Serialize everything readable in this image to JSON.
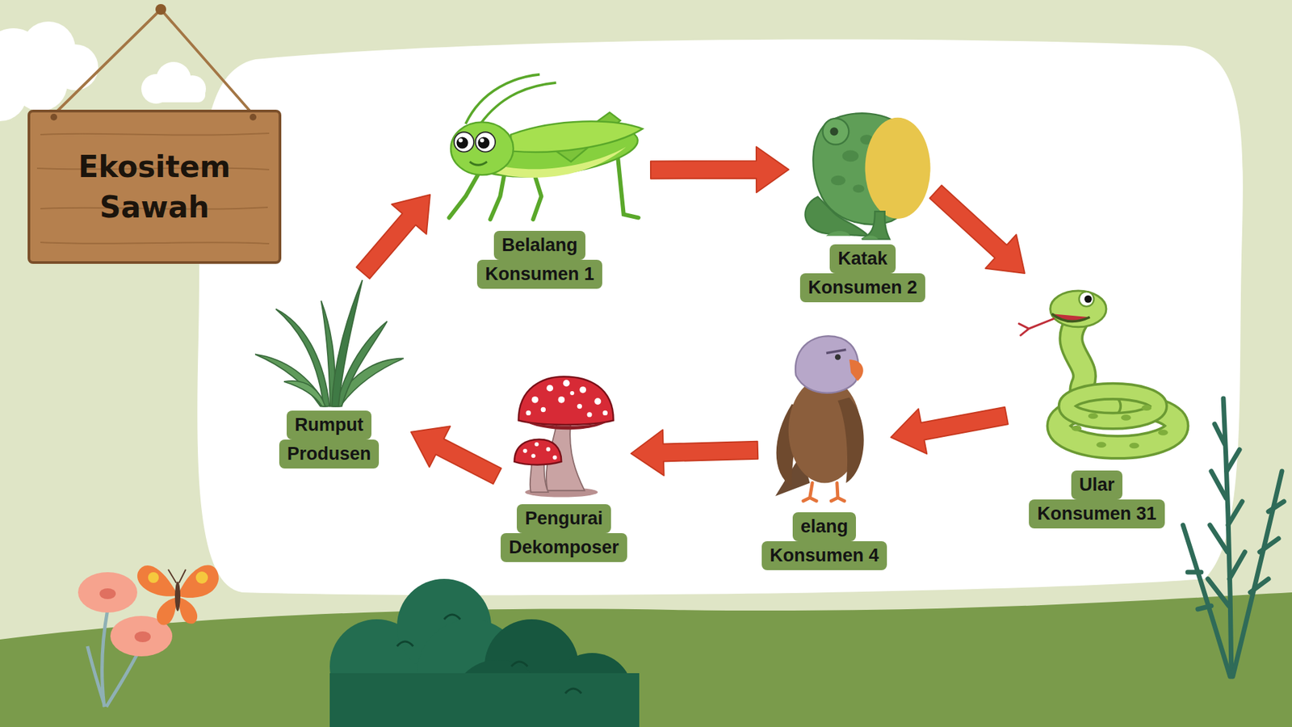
{
  "diagram": {
    "title": "Ekositem Sawah",
    "nodes": [
      {
        "text": [
          "Rumput",
          "Produsen"
        ]
      },
      {
        "text": [
          "Belalang",
          "Konsumen 1"
        ]
      },
      {
        "text": [
          "Katak",
          "Konsumen 2"
        ]
      },
      {
        "text": [
          "Ular",
          "Konsumen 31"
        ]
      },
      {
        "text": [
          "elang",
          "Konsumen 4"
        ]
      },
      {
        "text": [
          "Pengurai",
          "Dekomposer"
        ]
      }
    ],
    "edges": [
      {
        "from": 0,
        "to": 1,
        "arrow": "to"
      },
      {
        "from": 1,
        "to": 2,
        "arrow": "to"
      },
      {
        "from": 2,
        "to": 3,
        "arrow": "to"
      },
      {
        "from": 3,
        "to": 4,
        "arrow": "to"
      },
      {
        "from": 4,
        "to": 5,
        "arrow": "to"
      },
      {
        "from": 5,
        "to": 0,
        "arrow": "to"
      }
    ]
  }
}
